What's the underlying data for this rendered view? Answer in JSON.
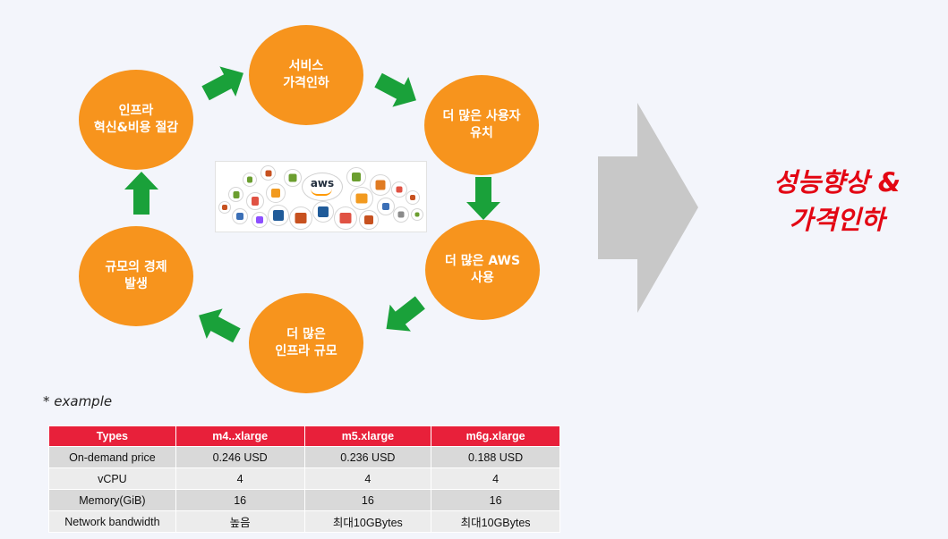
{
  "cycle": {
    "nodes": [
      {
        "id": "service-price-reduction",
        "label": "서비스\n가격인하"
      },
      {
        "id": "more-users",
        "label": "더 많은 사용자\n유치"
      },
      {
        "id": "more-aws-use",
        "label": "더 많은 AWS\n사용"
      },
      {
        "id": "larger-infra",
        "label": "더 많은\n인프라 규모"
      },
      {
        "id": "economies-of-scale",
        "label": "규모의 경제\n발생"
      },
      {
        "id": "infra-innovation",
        "label": "인프라\n혁신&비용 절감"
      }
    ],
    "logo_text": "aws"
  },
  "result": {
    "text": "성능향상 &\n가격인하"
  },
  "example_label": "* example",
  "table": {
    "headers": [
      "Types",
      "m4..xlarge",
      "m5.xlarge",
      "m6g.xlarge"
    ],
    "rows": [
      [
        "On-demand price",
        "0.246 USD",
        "0.236 USD",
        "0.188 USD"
      ],
      [
        "vCPU",
        "4",
        "4",
        "4"
      ],
      [
        "Memory(GiB)",
        "16",
        "16",
        "16"
      ],
      [
        "Network bandwidth",
        "높음",
        "최대10GBytes",
        "최대10GBytes"
      ]
    ]
  },
  "colors": {
    "node_fill": "#f7941d",
    "arrow_green": "#1aa13a",
    "big_arrow_gray": "#c8c8c8",
    "result_red": "#e30613",
    "table_header": "#e8203a"
  }
}
